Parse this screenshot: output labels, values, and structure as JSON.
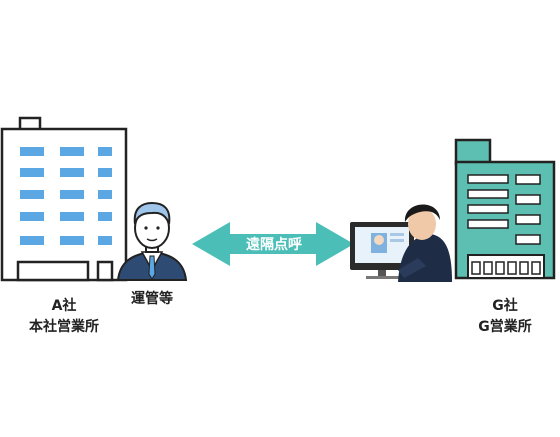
{
  "arrow": {
    "label": "遠隔点呼",
    "color": "#4BBFB7"
  },
  "left": {
    "company": "A社",
    "office": "本社営業所",
    "person": "運管等",
    "window_color": "#5AA7E3"
  },
  "right": {
    "company": "G社",
    "office": "G営業所",
    "building_color": "#5DBFB1"
  }
}
